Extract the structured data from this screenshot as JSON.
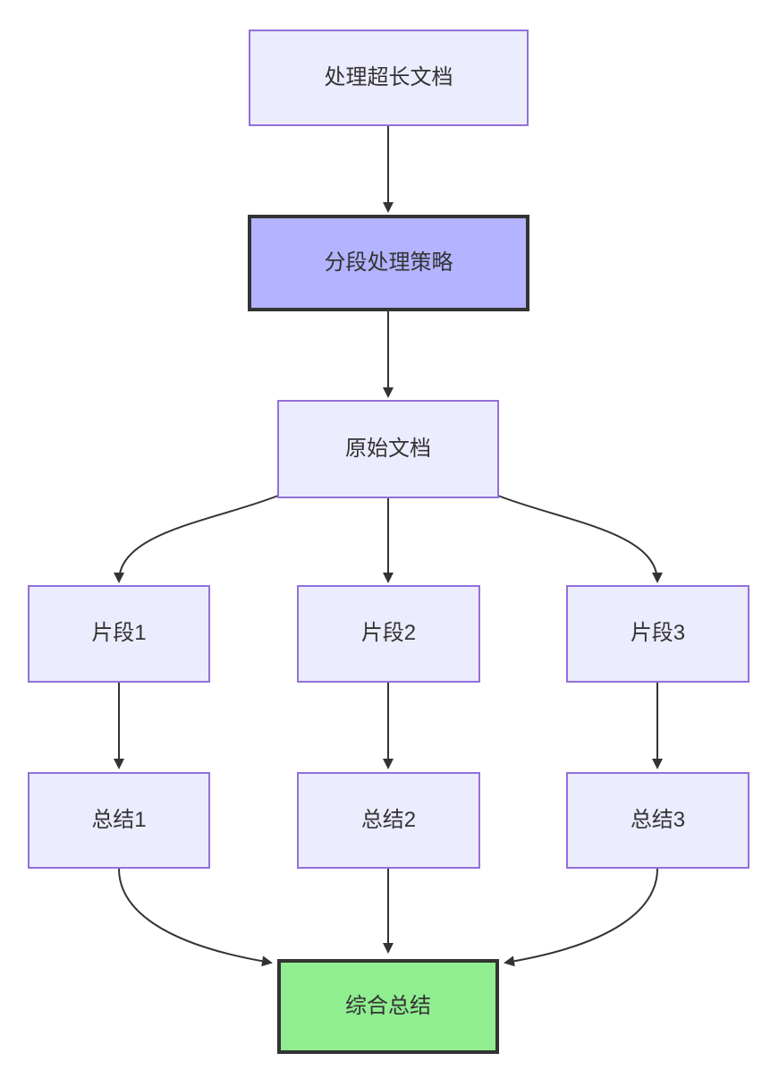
{
  "diagram": {
    "type": "flowchart",
    "direction": "top-down",
    "colors": {
      "node-fill": "#ECECFF",
      "node-border": "#9370DB",
      "strategy-fill": "#B3B3FF",
      "strategy-border": "#333333",
      "result-fill": "#90EE90",
      "result-border": "#333333",
      "edge-color": "#333333",
      "text-color": "#333333",
      "background": "#FFFFFF"
    },
    "nodes": {
      "doc": {
        "label": "处理超长文档",
        "style": "default"
      },
      "strategy": {
        "label": "分段处理策略",
        "style": "strategy"
      },
      "original": {
        "label": "原始文档",
        "style": "default"
      },
      "fragment1": {
        "label": "片段1",
        "style": "default"
      },
      "fragment2": {
        "label": "片段2",
        "style": "default"
      },
      "fragment3": {
        "label": "片段3",
        "style": "default"
      },
      "summary1": {
        "label": "总结1",
        "style": "default"
      },
      "summary2": {
        "label": "总结2",
        "style": "default"
      },
      "summary3": {
        "label": "总结3",
        "style": "default"
      },
      "final": {
        "label": "综合总结",
        "style": "result"
      }
    },
    "edges": [
      {
        "from": "doc",
        "to": "strategy"
      },
      {
        "from": "strategy",
        "to": "original"
      },
      {
        "from": "original",
        "to": "fragment1"
      },
      {
        "from": "original",
        "to": "fragment2"
      },
      {
        "from": "original",
        "to": "fragment3"
      },
      {
        "from": "fragment1",
        "to": "summary1"
      },
      {
        "from": "fragment2",
        "to": "summary2"
      },
      {
        "from": "fragment3",
        "to": "summary3"
      },
      {
        "from": "summary1",
        "to": "final"
      },
      {
        "from": "summary2",
        "to": "final"
      },
      {
        "from": "summary3",
        "to": "final"
      }
    ]
  }
}
